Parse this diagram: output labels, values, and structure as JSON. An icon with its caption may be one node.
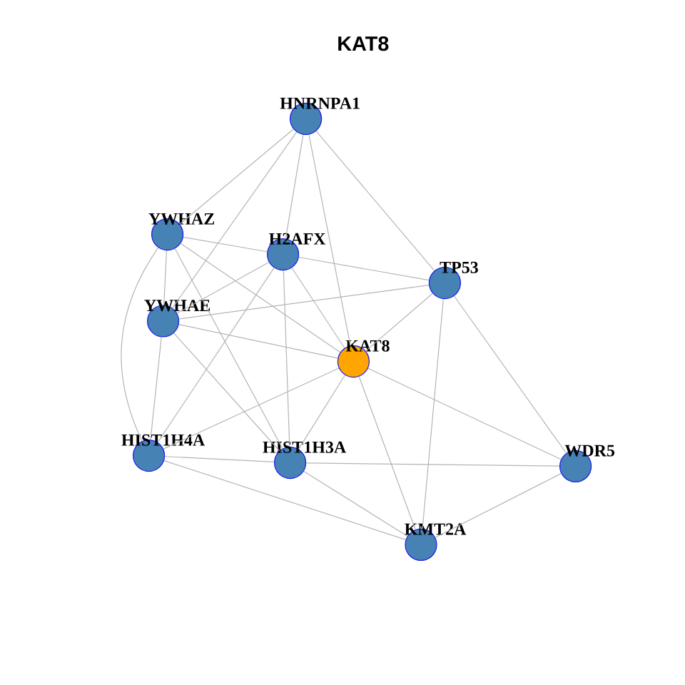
{
  "diagram": {
    "title": "KAT8",
    "nodes": [
      {
        "text": [
          "HNRNPA1"
        ]
      },
      {
        "text": [
          "YWHAZ"
        ]
      },
      {
        "text": [
          "H2AFX"
        ]
      },
      {
        "text": [
          "TP53"
        ]
      },
      {
        "text": [
          "YWHAE"
        ]
      },
      {
        "text": [
          "KAT8"
        ]
      },
      {
        "text": [
          "HIST1H4A"
        ]
      },
      {
        "text": [
          "HIST1H3A"
        ]
      },
      {
        "text": [
          "WDR5"
        ]
      },
      {
        "text": [
          "KMT2A"
        ]
      }
    ],
    "edges": [
      {
        "from": 0,
        "to": 1,
        "arrow": "none"
      },
      {
        "from": 0,
        "to": 4,
        "arrow": "none"
      },
      {
        "from": 0,
        "to": 2,
        "arrow": "none"
      },
      {
        "from": 0,
        "to": 5,
        "arrow": "none"
      },
      {
        "from": 0,
        "to": 3,
        "arrow": "none"
      },
      {
        "from": 1,
        "to": 2,
        "arrow": "none"
      },
      {
        "from": 1,
        "to": 4,
        "arrow": "none"
      },
      {
        "from": 1,
        "to": 6,
        "arrow": "none"
      },
      {
        "from": 1,
        "to": 5,
        "arrow": "none"
      },
      {
        "from": 1,
        "to": 7,
        "arrow": "none"
      },
      {
        "from": 2,
        "to": 4,
        "arrow": "none"
      },
      {
        "from": 2,
        "to": 6,
        "arrow": "none"
      },
      {
        "from": 2,
        "to": 7,
        "arrow": "none"
      },
      {
        "from": 2,
        "to": 5,
        "arrow": "none"
      },
      {
        "from": 2,
        "to": 3,
        "arrow": "none"
      },
      {
        "from": 4,
        "to": 3,
        "arrow": "none"
      },
      {
        "from": 4,
        "to": 5,
        "arrow": "none"
      },
      {
        "from": 4,
        "to": 7,
        "arrow": "none"
      },
      {
        "from": 4,
        "to": 6,
        "arrow": "none"
      },
      {
        "from": 3,
        "to": 5,
        "arrow": "none"
      },
      {
        "from": 3,
        "to": 9,
        "arrow": "none"
      },
      {
        "from": 3,
        "to": 8,
        "arrow": "none"
      },
      {
        "from": 5,
        "to": 6,
        "arrow": "none"
      },
      {
        "from": 5,
        "to": 7,
        "arrow": "none"
      },
      {
        "from": 5,
        "to": 9,
        "arrow": "none"
      },
      {
        "from": 5,
        "to": 8,
        "arrow": "none"
      },
      {
        "from": 6,
        "to": 7,
        "arrow": "none"
      },
      {
        "from": 6,
        "to": 9,
        "arrow": "none"
      },
      {
        "from": 7,
        "to": 8,
        "arrow": "none"
      },
      {
        "from": 7,
        "to": 9,
        "arrow": "none"
      },
      {
        "from": 8,
        "to": 9,
        "arrow": "none"
      }
    ]
  }
}
